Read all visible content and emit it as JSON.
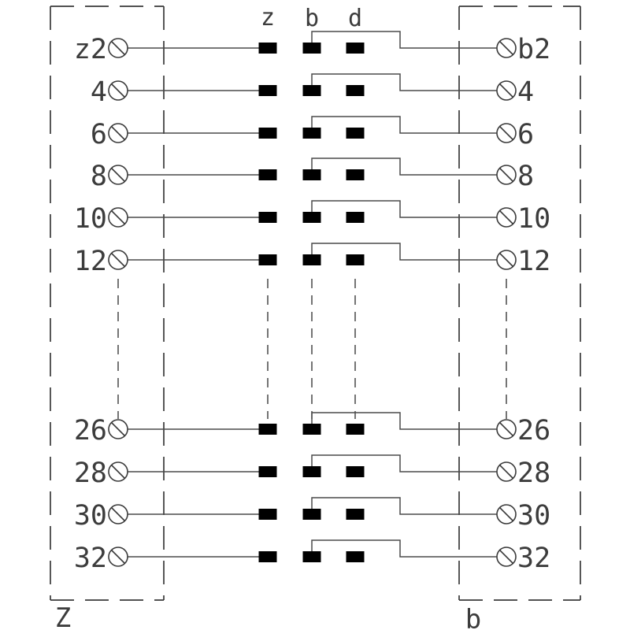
{
  "diagram": {
    "title": "terminal-connector-wiring-diagram",
    "column_headers": {
      "z": "z",
      "b": "b",
      "d": "d"
    },
    "footer_labels": {
      "left_bracket": "Z",
      "right_bracket": "b"
    },
    "rows_top": [
      {
        "left": "z2",
        "right": "b2"
      },
      {
        "left": "4",
        "right": "4"
      },
      {
        "left": "6",
        "right": "6"
      },
      {
        "left": "8",
        "right": "8"
      },
      {
        "left": "10",
        "right": "10"
      },
      {
        "left": "12",
        "right": "12"
      }
    ],
    "rows_bottom": [
      {
        "left": "26",
        "right": "26"
      },
      {
        "left": "28",
        "right": "28"
      },
      {
        "left": "30",
        "right": "30"
      },
      {
        "left": "32",
        "right": "32"
      }
    ],
    "symbols": {
      "terminal": "circle-with-slash",
      "contact_pad": "filled-rectangle"
    },
    "colors": {
      "line": "#4a4a4a",
      "pad": "#000000",
      "text": "#3c3c3c",
      "background": "#ffffff"
    }
  }
}
